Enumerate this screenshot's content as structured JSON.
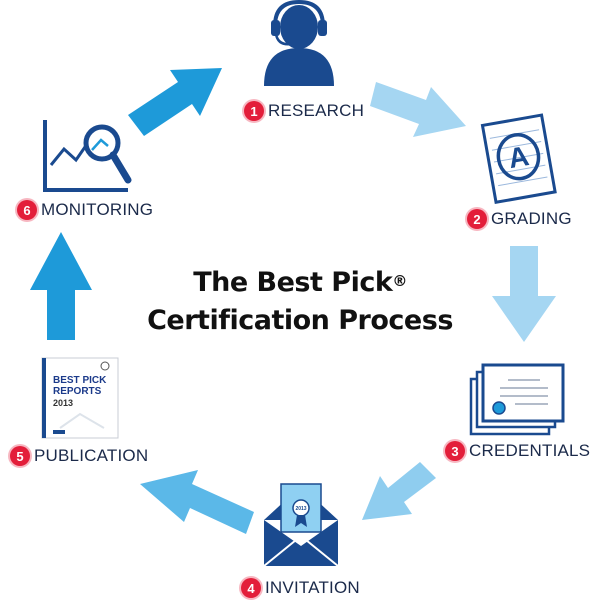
{
  "title": {
    "line1": "The Best Pick",
    "registered": "®",
    "line2": "Certification Process"
  },
  "steps": [
    {
      "number": "1",
      "label": "RESEARCH",
      "icon": "headset-person-icon"
    },
    {
      "number": "2",
      "label": "GRADING",
      "icon": "graded-paper-icon"
    },
    {
      "number": "3",
      "label": "CREDENTIALS",
      "icon": "certificates-icon"
    },
    {
      "number": "4",
      "label": "INVITATION",
      "icon": "envelope-icon"
    },
    {
      "number": "5",
      "label": "PUBLICATION",
      "icon": "book-icon"
    },
    {
      "number": "6",
      "label": "MONITORING",
      "icon": "magnifier-chart-icon"
    }
  ],
  "graded_paper": {
    "grade": "A"
  },
  "book": {
    "line1": "BEST PICK",
    "line2": "REPORTS",
    "year": "2013"
  },
  "invitation": {
    "year": "2013"
  },
  "colors": {
    "dark_arrow": "#1e9ad9",
    "light_arrow": "#8fcdef",
    "icon_navy": "#1a4a8f",
    "badge_red": "#e31e3a"
  }
}
